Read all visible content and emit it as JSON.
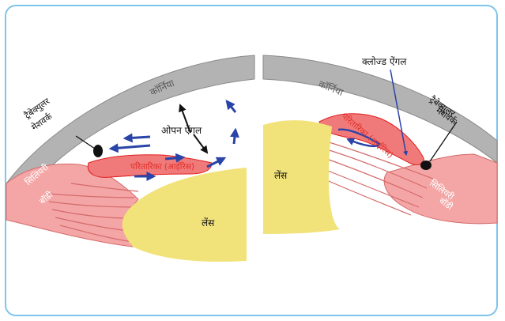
{
  "left_eye": {
    "cornea": "कॉर्निया",
    "trabecular_1": "ट्रैबेक्युलर",
    "trabecular_2": "मेशवर्क",
    "angle_label": "ओपन ऐंगल",
    "iris": "परितारिका (आईरिस)",
    "ciliary_1": "सिलियरी",
    "ciliary_2": "बॉडी",
    "lens": "लेंस"
  },
  "right_eye": {
    "cornea": "कॉर्निया",
    "trabecular_1": "ट्रैबेक्युलर",
    "trabecular_2": "मेशवर्क",
    "angle_label": "क्लोज्ड ऐंगल",
    "iris": "परितारिका (आईरिस)",
    "ciliary_1": "सिलियरी",
    "ciliary_2": "बॉडी",
    "lens": "लेंस"
  },
  "colors": {
    "frame": "#7fc4ea",
    "cornea": "#b3b3b3",
    "iris": "#f07a7a",
    "ciliary": "#f4a6a6",
    "lens": "#f2e27a",
    "flow_arrow": "#2a44a8",
    "trabecular": "#111111"
  }
}
